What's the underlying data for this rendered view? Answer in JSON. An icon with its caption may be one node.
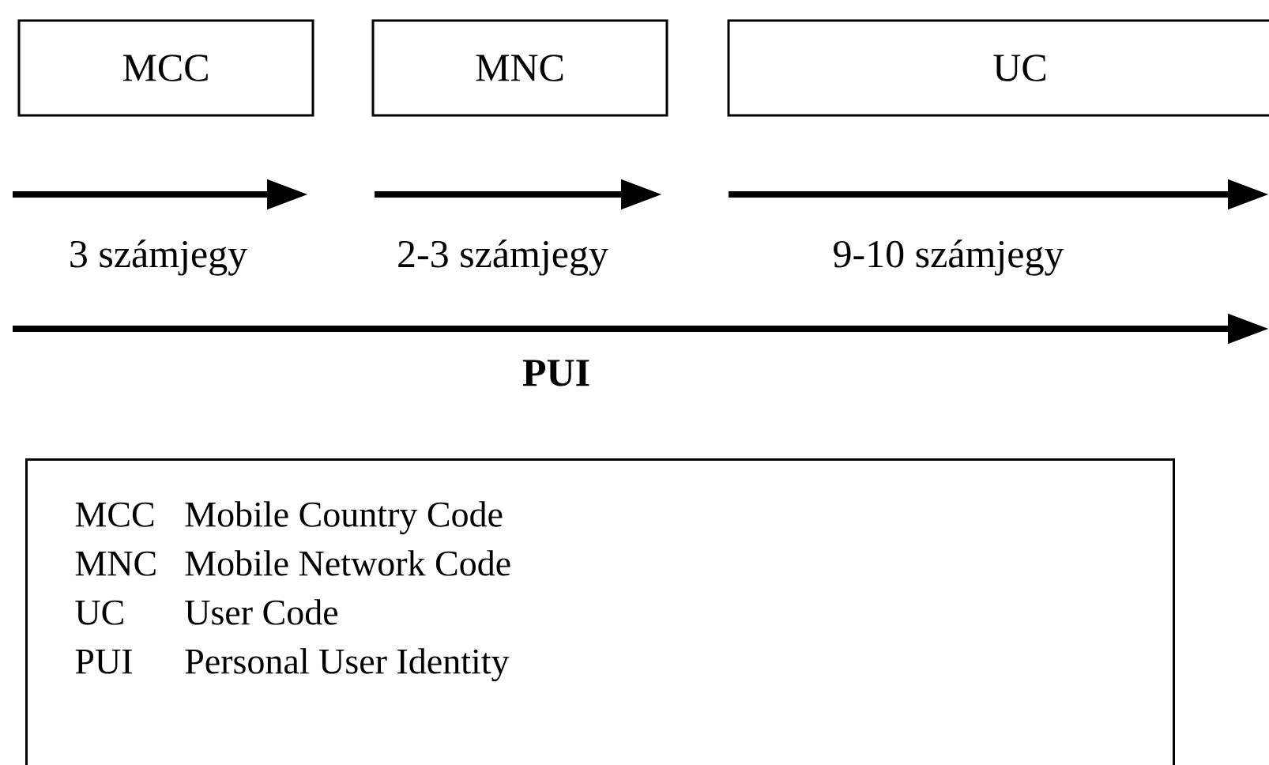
{
  "diagram": {
    "nodes": [
      {
        "text": [
          "MCC"
        ]
      },
      {
        "text": [
          "MNC"
        ]
      },
      {
        "text": [
          "UC"
        ]
      },
      {
        "text": [
          "MCC",
          "Mobile Country Code",
          "MNC",
          "Mobile Network Code",
          "UC",
          "User Code",
          "PUI",
          "Personal User Identity"
        ]
      }
    ],
    "labels": [
      "3 számjegy",
      "2-3 számjegy",
      "9-10 számjegy",
      "PUI"
    ]
  }
}
